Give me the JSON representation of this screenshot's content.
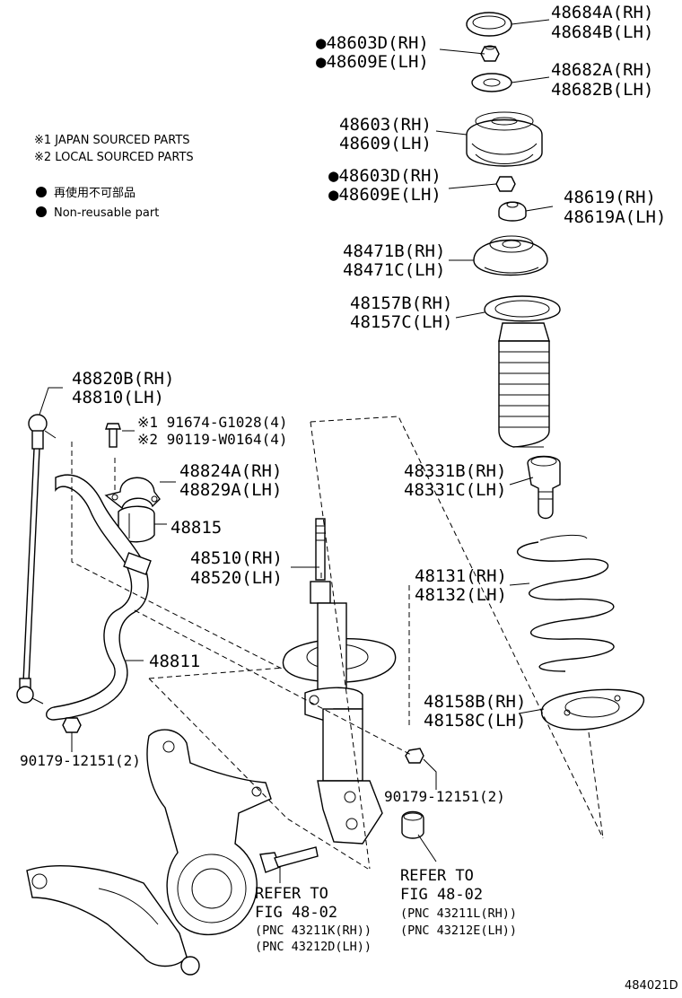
{
  "notes": {
    "japan_sourced": "※1 JAPAN SOURCED PARTS",
    "local_sourced": "※2 LOCAL SOURCED PARTS",
    "non_reusable_jp": "再使用不可部品",
    "non_reusable_en": "Non-reusable part"
  },
  "labels": {
    "p48684": [
      "48684A(RH)",
      "48684B(LH)"
    ],
    "p48603_top": [
      "●48603D(RH)",
      "●48609E(LH)"
    ],
    "p48682": [
      "48682A(RH)",
      "48682B(LH)"
    ],
    "p48603": [
      "48603(RH)",
      "48609(LH)"
    ],
    "p48603_mid": [
      "●48603D(RH)",
      "●48609E(LH)"
    ],
    "p48619": [
      "48619(RH)",
      "48619A(LH)"
    ],
    "p48471": [
      "48471B(RH)",
      "48471C(LH)"
    ],
    "p48157": [
      "48157B(RH)",
      "48157C(LH)"
    ],
    "p48820": [
      "48820B(RH)",
      "48810(LH)"
    ],
    "p91674": [
      "※1 91674-G1028(4)",
      "※2 90119-W0164(4)"
    ],
    "p48824": [
      "48824A(RH)",
      "48829A(LH)"
    ],
    "p48815": "48815",
    "p48510": [
      "48510(RH)",
      "48520(LH)"
    ],
    "p48331": [
      "48331B(RH)",
      "48331C(LH)"
    ],
    "p48131": [
      "48131(RH)",
      "48132(LH)"
    ],
    "p48811": "48811",
    "p48158": [
      "48158B(RH)",
      "48158C(LH)"
    ],
    "p90179_left": "90179-12151(2)",
    "p90179_right": "90179-12151(2)",
    "ref_left": [
      "REFER TO",
      "FIG 48-02",
      "(PNC 43211K(RH))",
      "(PNC 43212D(LH))"
    ],
    "ref_right": [
      "REFER TO",
      "FIG 48-02",
      "(PNC 43211L(RH))",
      "(PNC 43212E(LH))"
    ]
  },
  "figure_code": "484021D"
}
